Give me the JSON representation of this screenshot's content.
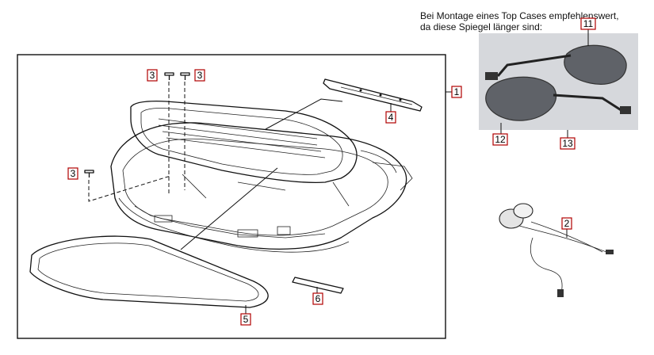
{
  "note": {
    "line1": "Bei Montage eines Top Cases empfehlenswert,",
    "line2": "da diese Spiegel länger sind:"
  },
  "callouts": {
    "c1": "1",
    "c2": "2",
    "c3a": "3",
    "c3b": "3",
    "c3c": "3",
    "c4": "4",
    "c5": "5",
    "c6": "6",
    "c11": "11",
    "c12": "12",
    "c13": "13"
  },
  "colors": {
    "callout_border": "#b00000",
    "photo_background": "#d6d8dc",
    "mirror_glass": "#5f6268"
  },
  "icons": [
    "screw-icon"
  ]
}
